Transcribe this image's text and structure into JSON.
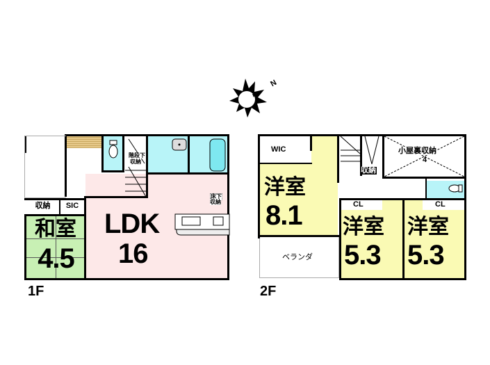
{
  "compass": {
    "icon": "sun-compass-icon",
    "north_label": "N"
  },
  "floor1": {
    "label": "1F",
    "rooms": {
      "washitsu": {
        "name": "和室",
        "size": "4.5",
        "color": "#c8f0b4"
      },
      "ldk": {
        "name": "LDK",
        "size": "16",
        "color": "#fde8e8"
      },
      "storage": {
        "name": "収納"
      },
      "sic": {
        "name": "SIC"
      },
      "under_stair_storage": {
        "line1": "階段下",
        "line2": "収納"
      },
      "underfloor_storage": {
        "line1": "床下",
        "line2": "収納"
      },
      "wet_area_color": "#b8f4f8",
      "entry_deck_color": "#e6c98a"
    }
  },
  "floor2": {
    "label": "2F",
    "rooms": {
      "master": {
        "name": "洋室",
        "size": "8.1",
        "color": "#fafab4"
      },
      "bedroom_a": {
        "name": "洋室",
        "size": "5.3",
        "color": "#fafab4"
      },
      "bedroom_b": {
        "name": "洋室",
        "size": "5.3",
        "color": "#fafab4"
      },
      "wic": {
        "name": "WIC"
      },
      "cl_a": {
        "name": "CL"
      },
      "cl_b": {
        "name": "CL"
      },
      "storage": {
        "name": "収納"
      },
      "attic": {
        "name": "小屋裏収納",
        "size": "4"
      },
      "veranda": {
        "name": "ベランダ"
      },
      "toilet_color": "#b8f4f8"
    }
  }
}
